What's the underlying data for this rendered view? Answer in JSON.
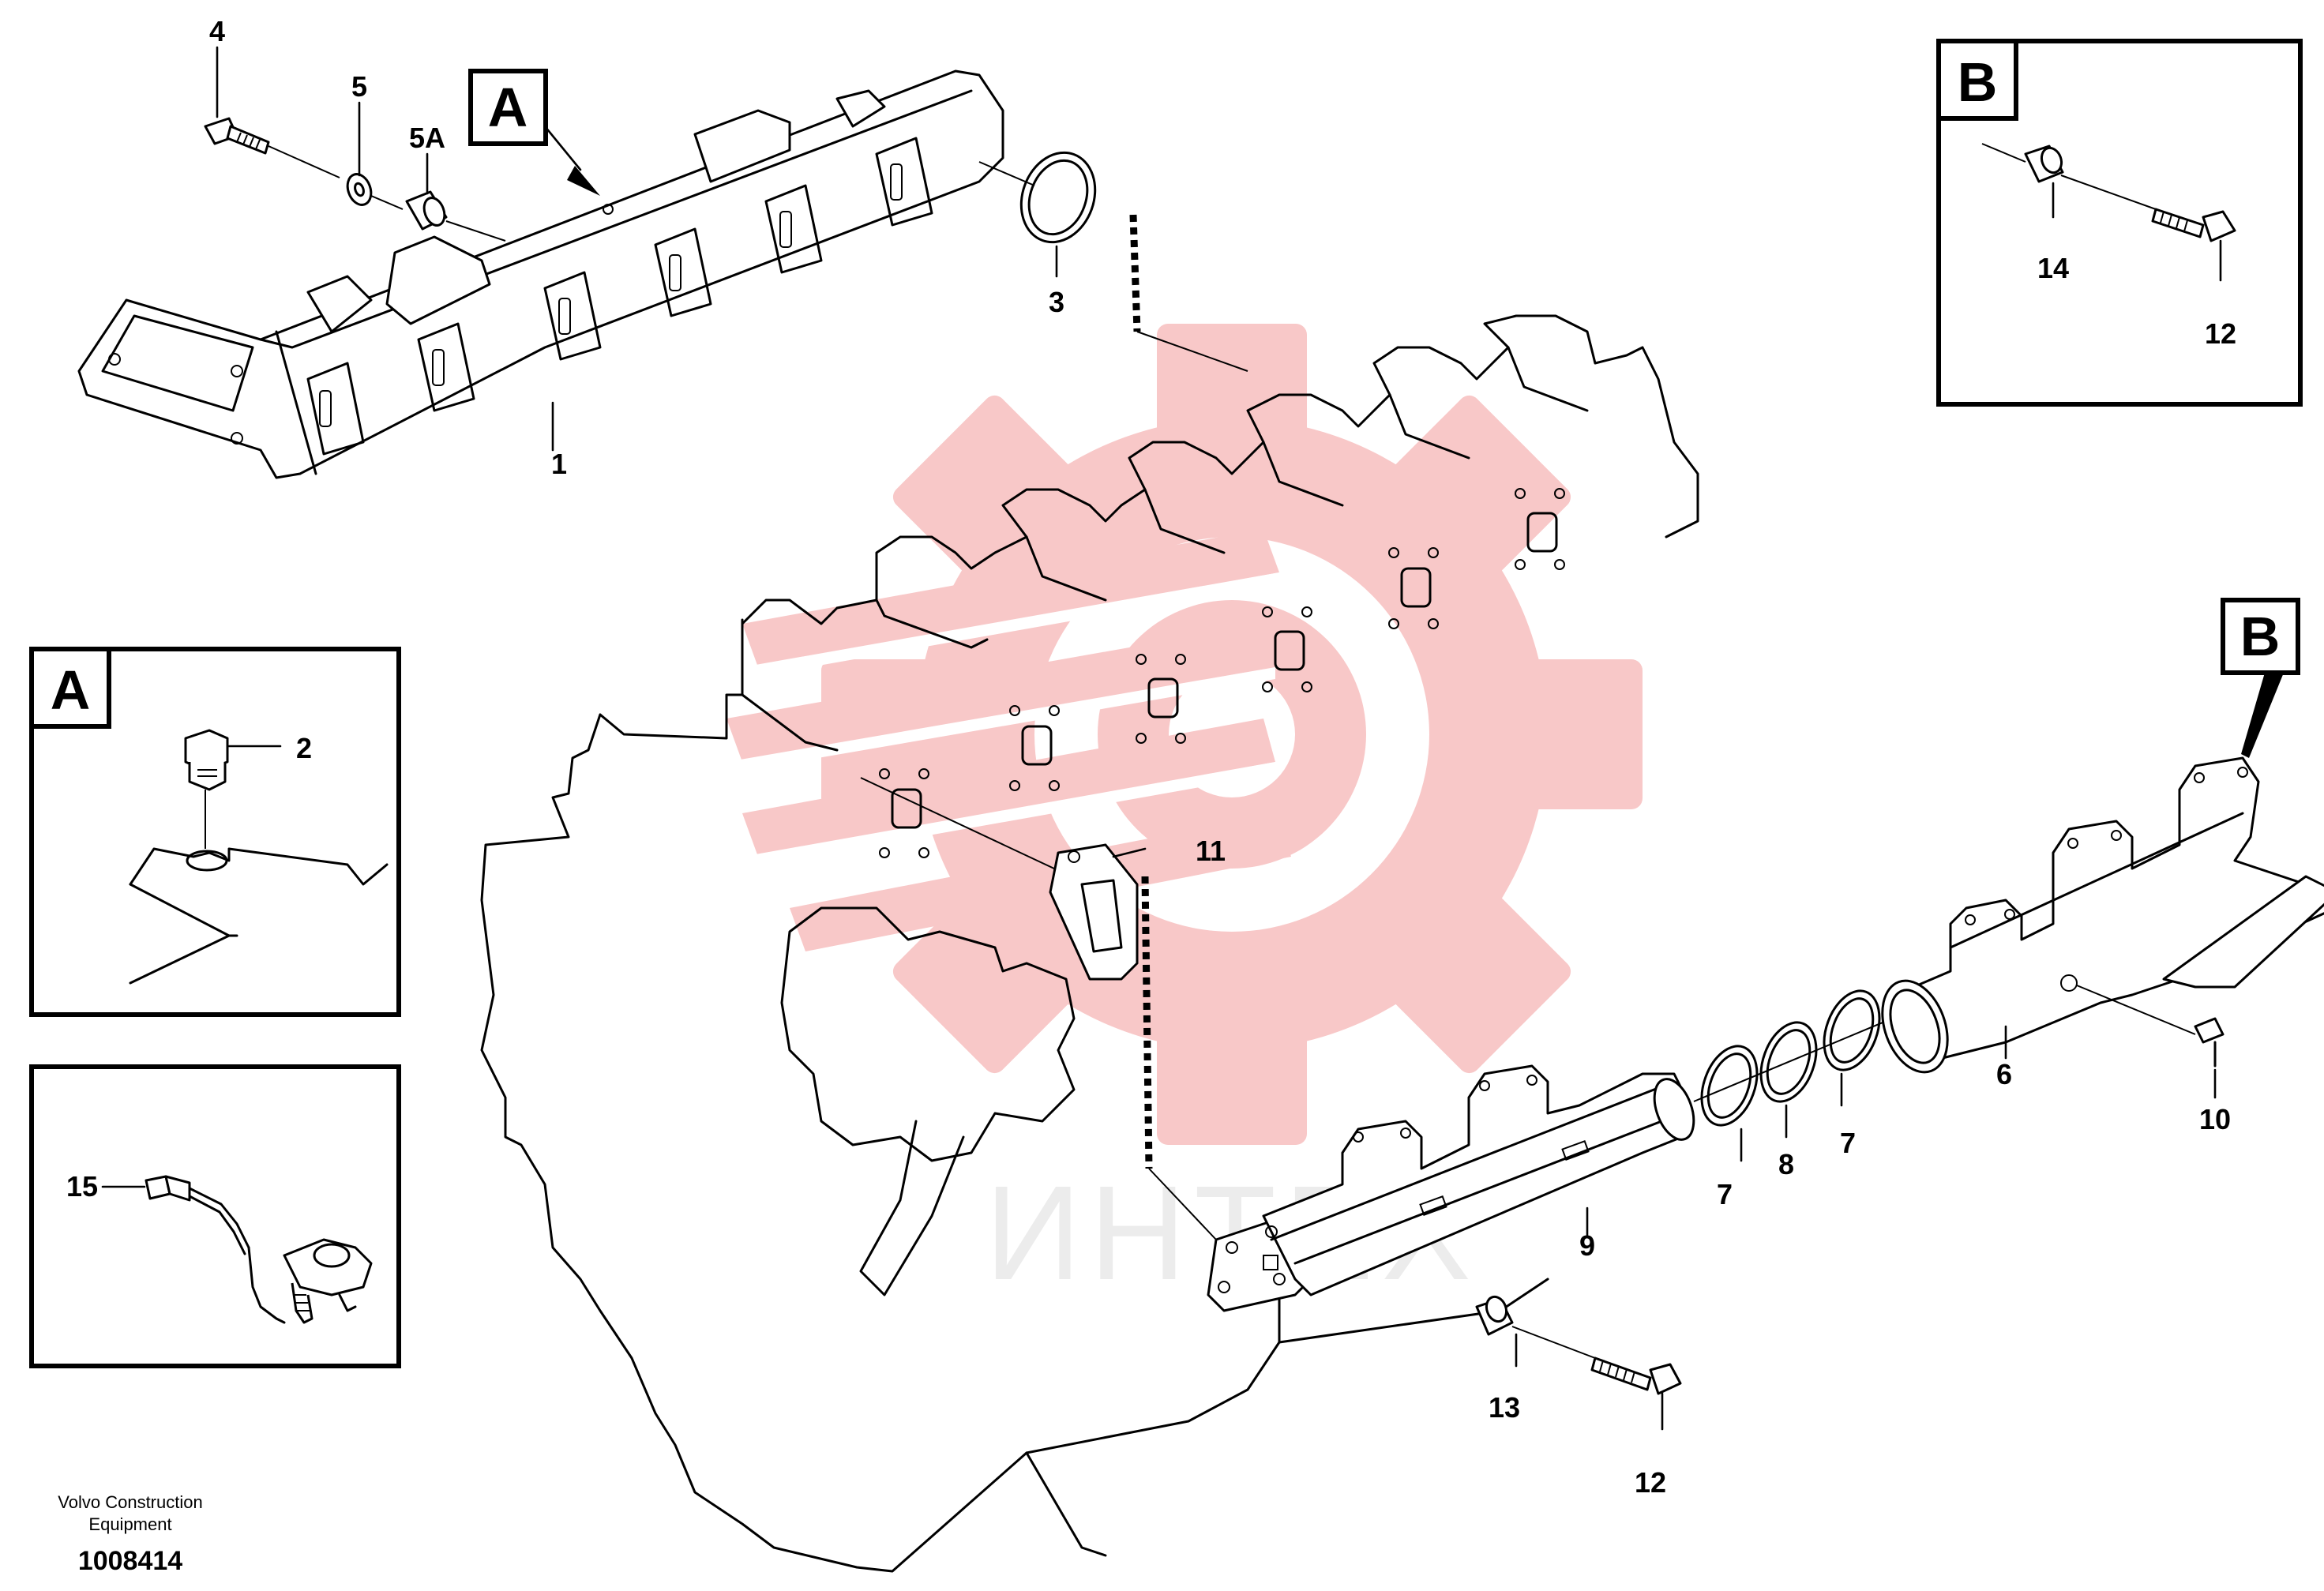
{
  "watermark": {
    "text": "ИНТЕХ",
    "color": "#f8c8c8"
  },
  "detail_boxes": {
    "a_label": "A",
    "b_label": "B"
  },
  "view_markers": {
    "a_label": "A",
    "b_label": "B"
  },
  "callouts": {
    "c1": "1",
    "c2": "2",
    "c3": "3",
    "c4": "4",
    "c5": "5",
    "c5a": "5A",
    "c6": "6",
    "c7a": "7",
    "c7b": "7",
    "c8": "8",
    "c9": "9",
    "c10": "10",
    "c11": "11",
    "c12a": "12",
    "c12b": "12",
    "c13": "13",
    "c14": "14",
    "c15": "15"
  },
  "footer": {
    "company_line1": "Volvo Construction",
    "company_line2": "Equipment",
    "part_number": "1008414"
  }
}
